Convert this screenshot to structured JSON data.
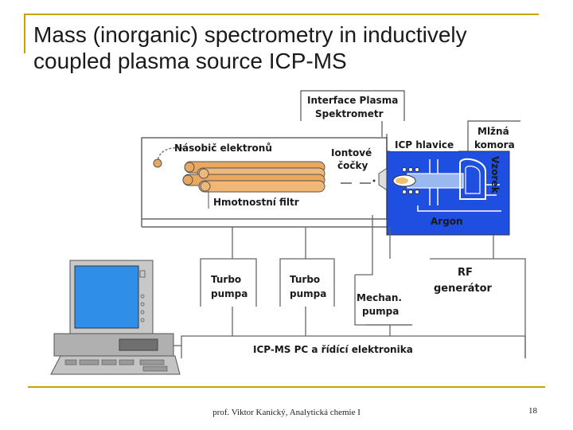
{
  "title": {
    "line1": "Mass (inorganic) spectrometry in inductively",
    "line2": "coupled plasma source ICP-MS"
  },
  "diagram": {
    "interface_line1": "Interface Plasma",
    "interface_line2": "Spektrometr",
    "electron_multiplier": "Násobič elektronů",
    "ion_lens_line1": "Iontové",
    "ion_lens_line2": "čočky",
    "mass_filter": "Hmotnostní filtr",
    "icp_torch": "ICP hlavice",
    "spray_chamber_line1": "Mlžná",
    "spray_chamber_line2": "komora",
    "sample": "Vzorek",
    "argon": "Argon",
    "turbo1_line1": "Turbo",
    "turbo1_line2": "pumpa",
    "turbo2_line1": "Turbo",
    "turbo2_line2": "pumpa",
    "mech_line1": "Mechan.",
    "mech_line2": "pumpa",
    "rf_line1": "RF",
    "rf_line2": "generátor",
    "pc_label": "ICP-MS PC a řídící elektronika"
  },
  "colors": {
    "accent": "#c8a400",
    "torch_box": "#1f4fe0",
    "rods": "#e8a860",
    "monitor_screen": "#2f8fe8",
    "computer_gray": "#b8b8b8"
  },
  "footer": {
    "author": "prof. Viktor Kanický, Analytická chemie I",
    "page": "18"
  }
}
